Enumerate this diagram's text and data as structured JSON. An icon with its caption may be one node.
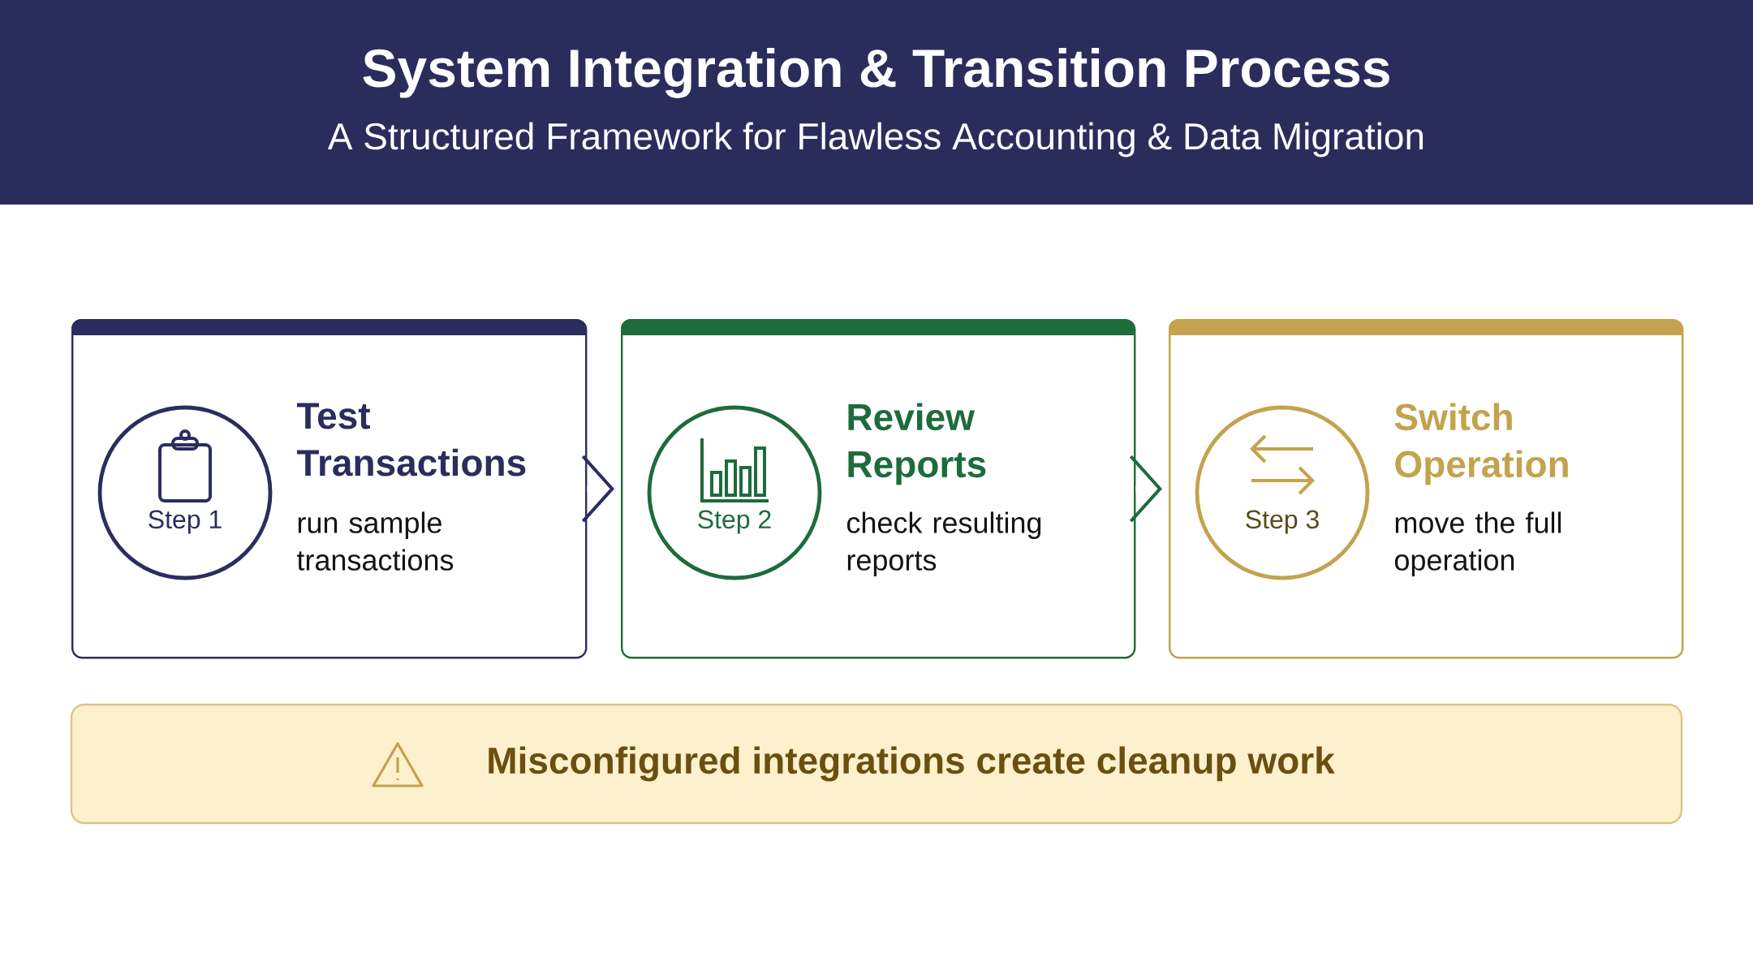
{
  "diagram": {
    "title": "System Integration & Transition Process",
    "nodes": [
      {
        "text": [
          "Test Transactions",
          "run sample transactions"
        ]
      },
      {
        "text": [
          "Step 1"
        ],
        "in": 0
      },
      {
        "text": [
          "Review Reports",
          "check resulting reports"
        ]
      },
      {
        "text": [
          "Step 2"
        ],
        "in": 2
      },
      {
        "text": [
          "Switch Operation",
          "move the full operation"
        ]
      },
      {
        "text": [
          "Step 3"
        ],
        "in": 4
      },
      {
        "text": [
          "Misconfigured integrations create cleanup work"
        ]
      }
    ],
    "edges": [
      {
        "from": 0,
        "to": 2,
        "arrow": "to"
      },
      {
        "from": 2,
        "to": 4,
        "arrow": "to"
      }
    ],
    "labels": [
      "A Structured Framework for Flawless Accounting & Data Migration"
    ]
  }
}
